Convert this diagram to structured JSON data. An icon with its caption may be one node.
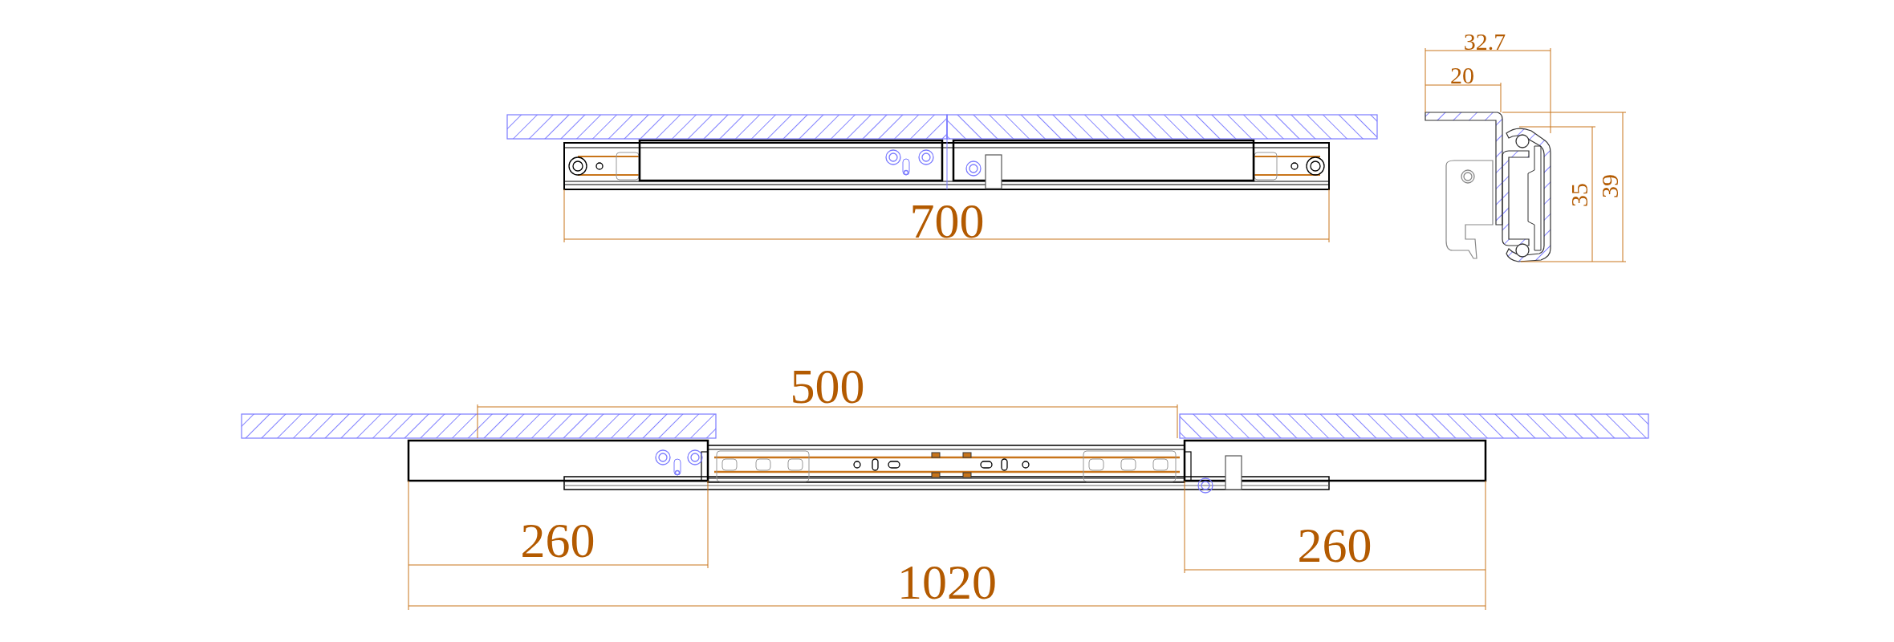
{
  "diagram": {
    "labels": [
      "32.7",
      "20",
      "700",
      "35",
      "39",
      "500",
      "260",
      "260",
      "1020"
    ]
  }
}
